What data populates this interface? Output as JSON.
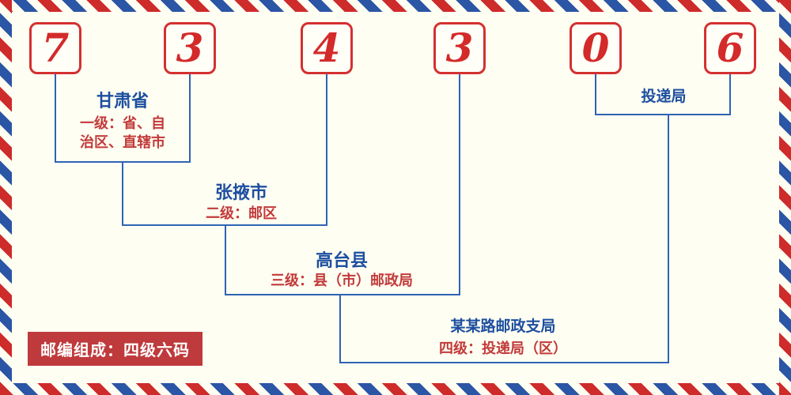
{
  "postal_code": {
    "digits": [
      "7",
      "3",
      "4",
      "3",
      "0",
      "6"
    ]
  },
  "levels": {
    "province": {
      "name": "甘肃省",
      "desc_line1": "一级：省、自",
      "desc_line2": "治区、直辖市"
    },
    "city": {
      "name": "张掖市",
      "desc": "二级：邮区"
    },
    "county": {
      "name": "高台县",
      "desc": "三级：县（市）邮政局"
    },
    "delivery": {
      "name": "投递局",
      "branch": "某某路邮政支局",
      "desc": "四级：投递局（区）"
    }
  },
  "footer": {
    "badge": "邮编组成：四级六码"
  },
  "colors": {
    "digit_red": "#d32a2a",
    "name_blue": "#1d4fa0",
    "desc_red": "#c23a3a",
    "line_blue": "#2f63b5",
    "badge_bg": "#bf3a3c",
    "background": "#fffef2",
    "stripe_red": "#ce2b2b",
    "stripe_blue": "#2b55a5"
  }
}
